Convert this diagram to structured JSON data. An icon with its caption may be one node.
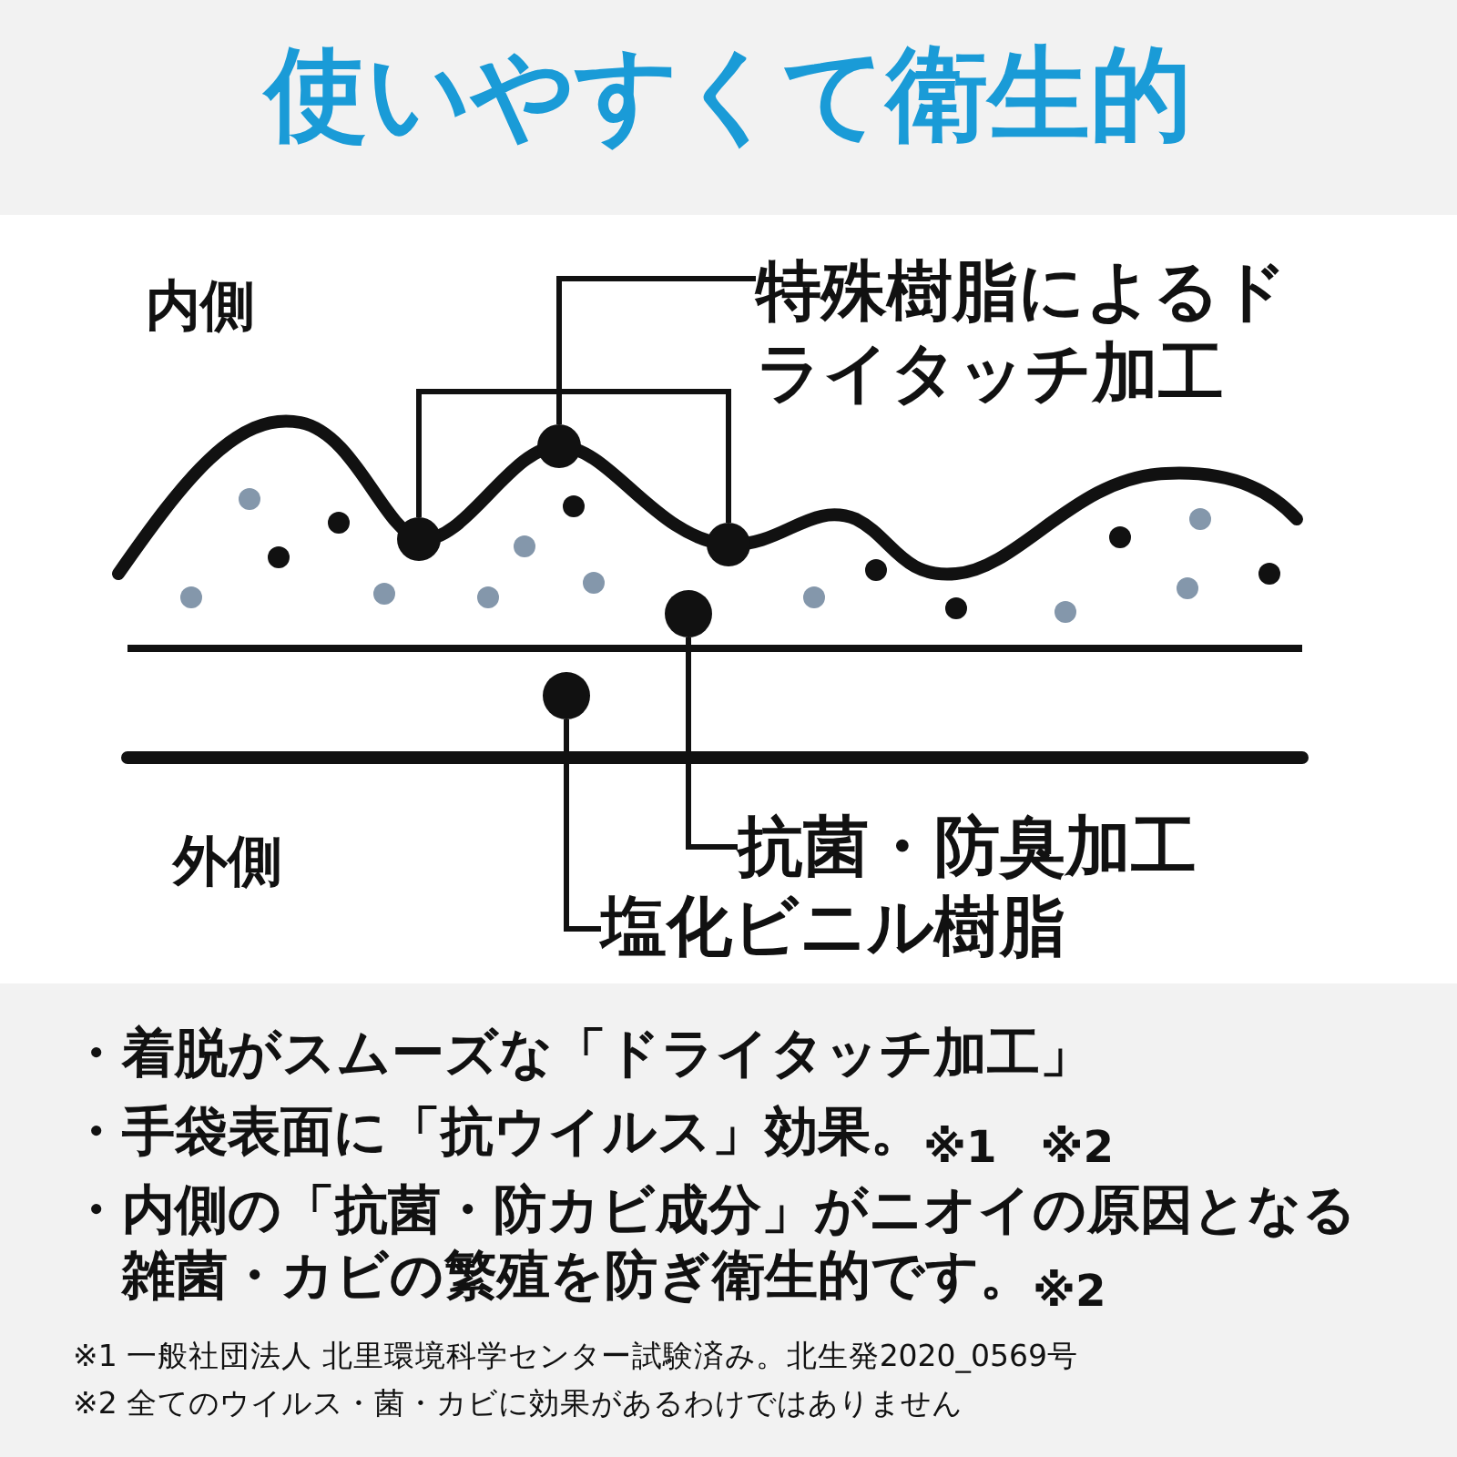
{
  "diagram": {
    "title": "使いやすくて衛生的",
    "nodes": [
      {
        "text": [
          "特殊樹脂によるドライタッチ加工"
        ]
      },
      {
        "text": [],
        "shape": "circle"
      },
      {
        "text": [],
        "shape": "circle"
      },
      {
        "text": [],
        "shape": "circle"
      },
      {
        "text": [
          "抗菌・防臭加工"
        ]
      },
      {
        "text": [],
        "shape": "circle"
      },
      {
        "text": [
          "塩化ビニル樹脂"
        ]
      },
      {
        "text": [],
        "shape": "circle"
      }
    ],
    "edges": [
      {
        "from": 0,
        "to": 1,
        "arrow": "none"
      },
      {
        "from": 0,
        "to": 2,
        "arrow": "none"
      },
      {
        "from": 0,
        "to": 3,
        "arrow": "none"
      },
      {
        "from": 4,
        "to": 5,
        "arrow": "none"
      },
      {
        "from": 6,
        "to": 7,
        "arrow": "none"
      }
    ],
    "labels": [
      "内側",
      "外側",
      "・着脱がスムーズな「ドライタッチ加工」",
      "・手袋表面に「抗ウイルス」効果。$_{※1　※2}$",
      "・内側の「抗菌・防カビ成分」がニオイの原因となる雑菌・カビの繁殖を防ぎ衛生的です。$_{※2}$",
      "※1 一般社団法人 北里環境科学センター試験済み。北生発2020_0569号",
      "※2 全てのウイルス・菌・カビに効果があるわけではありません"
    ]
  }
}
